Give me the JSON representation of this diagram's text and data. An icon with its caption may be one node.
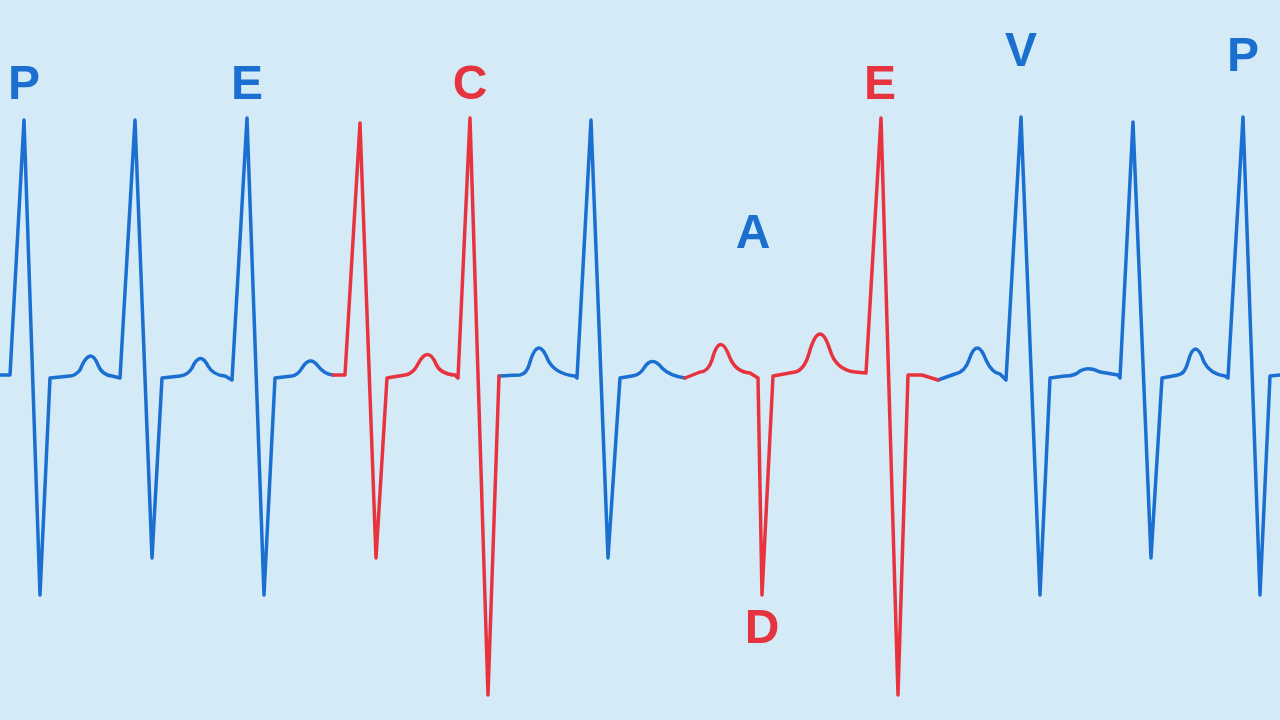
{
  "diagram": {
    "labels": [
      "P",
      "E",
      "C",
      "E",
      "V",
      "P",
      "A",
      "D"
    ]
  }
}
